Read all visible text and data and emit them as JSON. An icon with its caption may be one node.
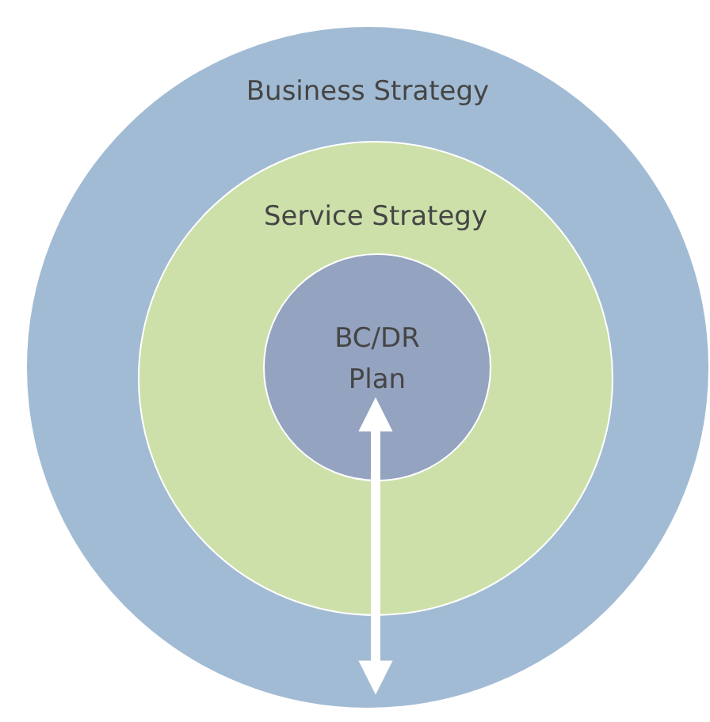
{
  "diagram": {
    "nodes": [
      {
        "text": [
          "Business Strategy"
        ]
      },
      {
        "text": [
          "Service Strategy"
        ],
        "in": 0
      },
      {
        "text": [
          "BC/DR Plan"
        ],
        "in": 1
      }
    ],
    "edges": [
      {
        "from": 2,
        "to": 0,
        "arrow": "both"
      }
    ]
  }
}
